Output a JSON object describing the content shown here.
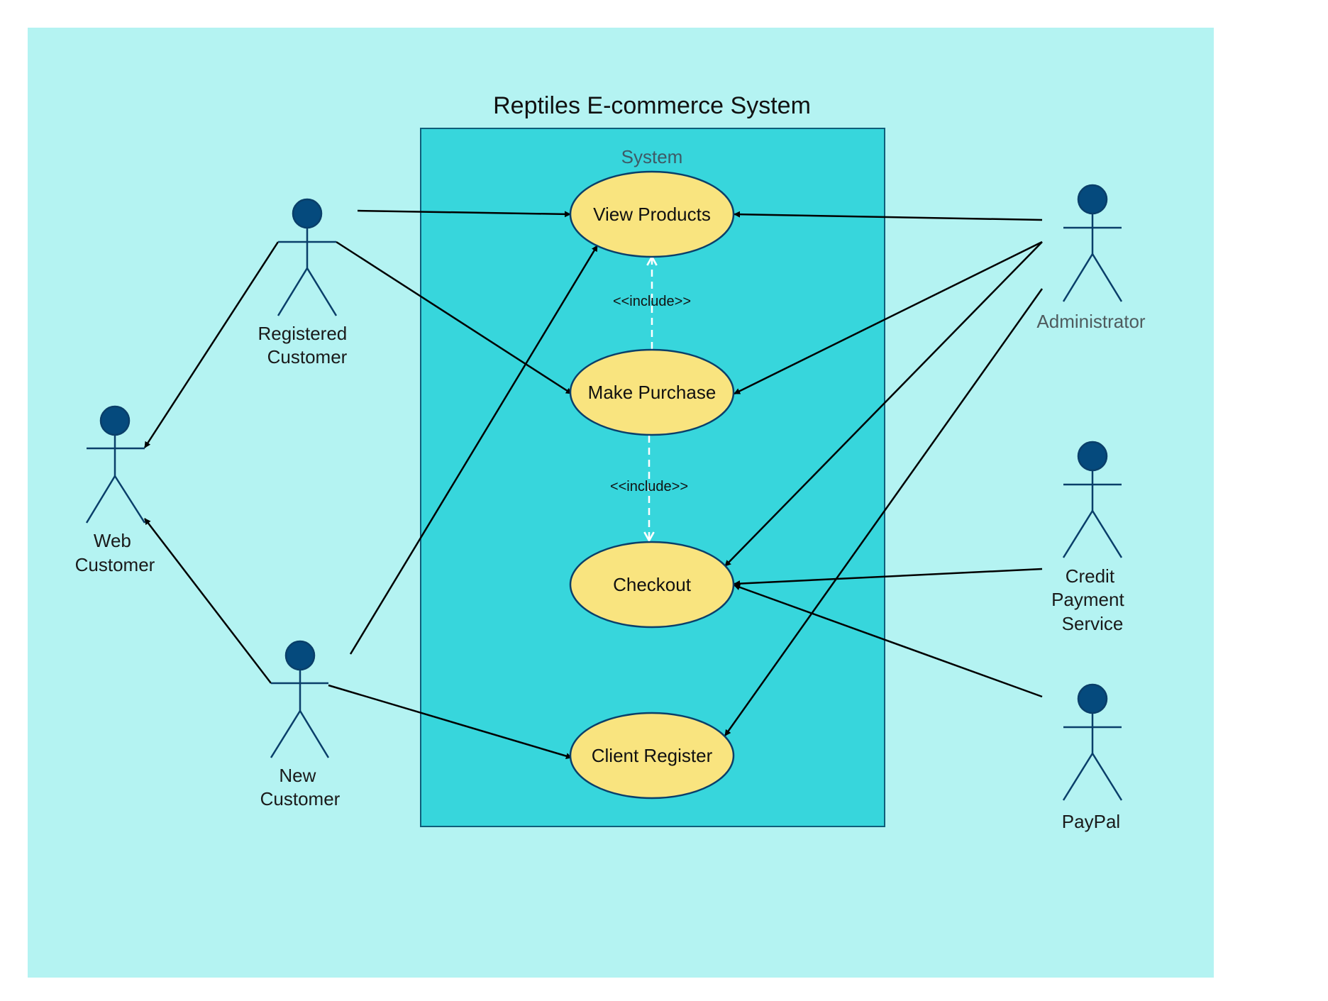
{
  "title": "Reptiles E-commerce System",
  "system_boundary": {
    "label": "System"
  },
  "colors": {
    "page_background": "#ffffff",
    "diagram_background": "#b4f3f2",
    "system_fill": "#37d6dc",
    "system_stroke": "#0f5e7a",
    "use_case_fill": "#f9e47f",
    "use_case_stroke": "#0a3f6a",
    "actor_color": "#0a3f6a",
    "actor_head": "#054a7d",
    "arrow": "#000000",
    "include_arrow": "#ffffff"
  },
  "use_cases": [
    {
      "id": "view-products",
      "label": "View Products"
    },
    {
      "id": "make-purchase",
      "label": "Make Purchase"
    },
    {
      "id": "checkout",
      "label": "Checkout"
    },
    {
      "id": "client-register",
      "label": "Client Register"
    }
  ],
  "actors": [
    {
      "id": "registered-customer",
      "label_lines": [
        "Registered",
        "Customer"
      ]
    },
    {
      "id": "web-customer",
      "label_lines": [
        "Web",
        "Customer"
      ]
    },
    {
      "id": "new-customer",
      "label_lines": [
        "New",
        "Customer"
      ]
    },
    {
      "id": "administrator",
      "label_lines": [
        "Administrator"
      ]
    },
    {
      "id": "credit-payment-service",
      "label_lines": [
        "Credit",
        "Payment",
        "Service"
      ]
    },
    {
      "id": "paypal",
      "label_lines": [
        "PayPal"
      ]
    }
  ],
  "relationships": [
    {
      "from": "registered-customer",
      "to": "view-products",
      "type": "association"
    },
    {
      "from": "registered-customer",
      "to": "make-purchase",
      "type": "association"
    },
    {
      "from": "registered-customer",
      "to": "web-customer",
      "type": "generalization"
    },
    {
      "from": "new-customer",
      "to": "web-customer",
      "type": "generalization"
    },
    {
      "from": "new-customer",
      "to": "view-products",
      "type": "association"
    },
    {
      "from": "new-customer",
      "to": "client-register",
      "type": "association"
    },
    {
      "from": "administrator",
      "to": "view-products",
      "type": "association"
    },
    {
      "from": "administrator",
      "to": "make-purchase",
      "type": "association"
    },
    {
      "from": "administrator",
      "to": "checkout",
      "type": "association"
    },
    {
      "from": "administrator",
      "to": "client-register",
      "type": "association"
    },
    {
      "from": "credit-payment-service",
      "to": "checkout",
      "type": "association"
    },
    {
      "from": "paypal",
      "to": "checkout",
      "type": "association"
    },
    {
      "from": "make-purchase",
      "to": "view-products",
      "type": "include",
      "label": "<<include>>"
    },
    {
      "from": "make-purchase",
      "to": "checkout",
      "type": "include",
      "label": "<<include>>"
    }
  ]
}
